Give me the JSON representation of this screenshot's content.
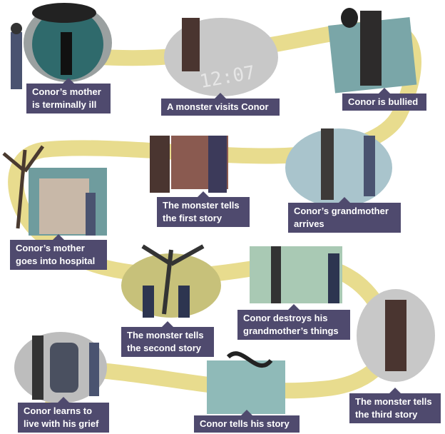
{
  "title": "A Monster Calls plot timeline",
  "colors": {
    "label_bg": "#4f4a6e",
    "path": "#e8dc8e"
  },
  "events": [
    {
      "label_1": "Conor’s mother",
      "label_2": "is terminally ill"
    },
    {
      "label_1": "A monster visits Conor"
    },
    {
      "label_1": "Conor is bullied"
    },
    {
      "label_1": "The monster tells",
      "label_2": "the first story"
    },
    {
      "label_1": "Conor’s grandmother",
      "label_2": "arrives"
    },
    {
      "label_1": "Conor’s mother",
      "label_2": "goes into hospital"
    },
    {
      "label_1": "Conor destroys his",
      "label_2": "grandmother’s things"
    },
    {
      "label_1": "The monster tells",
      "label_2": "the second story"
    },
    {
      "label_1": "The monster tells",
      "label_2": "the third story"
    },
    {
      "label_1": "Conor learns to",
      "label_2": "live with his grief"
    },
    {
      "label_1": "Conor tells his story"
    }
  ],
  "clock_text": "12:07"
}
